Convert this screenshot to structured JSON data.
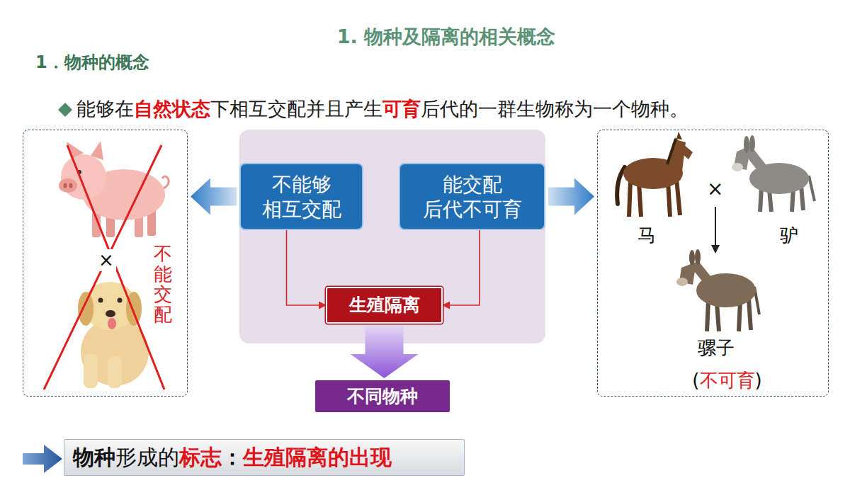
{
  "diagram": {
    "title": "1. 物种及隔离的相关概念",
    "nodes": [
      {
        "text": [
          "不能交配"
        ]
      },
      {
        "text": [
          "不能够 相互交配"
        ]
      },
      {
        "text": [
          "能交配 后代不可育"
        ]
      },
      {
        "text": [
          "马",
          "驴",
          "骡子",
          "(",
          "不可育",
          ")"
        ]
      },
      {
        "text": [
          "生殖隔离"
        ]
      },
      {
        "text": [
          "不同物种"
        ]
      },
      {
        "text": [
          "物种",
          "形成的",
          "标志",
          "：",
          "生殖隔离的出现"
        ]
      }
    ],
    "edges": [
      {
        "from": 1,
        "to": 0,
        "arrow": "to"
      },
      {
        "from": 2,
        "to": 3,
        "arrow": "to"
      },
      {
        "from": 1,
        "to": 4,
        "arrow": "to"
      },
      {
        "from": 2,
        "to": 4,
        "arrow": "to"
      },
      {
        "from": 4,
        "to": 5,
        "arrow": "to"
      }
    ],
    "labels": [
      "1．物种的概念",
      "能够在",
      "自然状态",
      "下相互交配并且产生",
      "可育",
      "后代的一群生物称为一个物种。",
      "×",
      "×"
    ]
  }
}
